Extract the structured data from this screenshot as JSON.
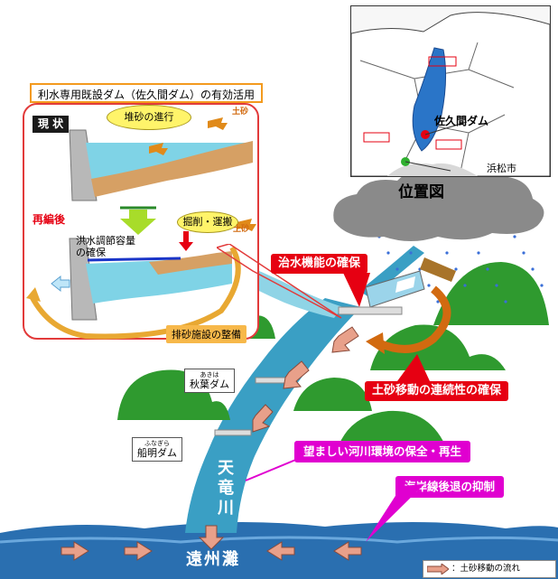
{
  "inset": {
    "title": "利水専用既設ダム（佐久間ダム）の有効活用",
    "current_label": "現 状",
    "sediment_progress": "堆砂の進行",
    "sediment_label_top": "土砂",
    "reorg_label": "再編後",
    "excavation": "掘削・運搬",
    "sediment_label_bottom": "土砂",
    "flood_capacity_line1": "洪水調節容量",
    "flood_capacity_line2": "の確保",
    "bypass_facility": "排砂施設の整備"
  },
  "location_map": {
    "caption": "位置図",
    "dam_label": "佐久間ダム",
    "city_label": "浜松市"
  },
  "labels": {
    "flood_control": "治水機能の確保",
    "sediment_continuity": "土砂移動の連続性の確保",
    "river_environment": "望ましい河川環境の保全・再生",
    "coastline": "海岸線後退の抑制",
    "akiha_ruby": "あきは",
    "akiha_dam": "秋葉ダム",
    "funagira_ruby": "ふなぎら",
    "funagira_dam": "船明ダム",
    "river_name_1": "天",
    "river_name_2": "竜",
    "river_name_3": "川",
    "sea_name": "遠州灘",
    "legend_text": "：土砂移動の流れ"
  },
  "colors": {
    "river": "#3a9fc4",
    "sea": "#2a6fb0",
    "reservoir": "#7fd3e6",
    "sediment": "#d6a064",
    "flood_tag": "#e60012",
    "env_tag": "#e000d0",
    "hill": "#2f9a2f"
  }
}
